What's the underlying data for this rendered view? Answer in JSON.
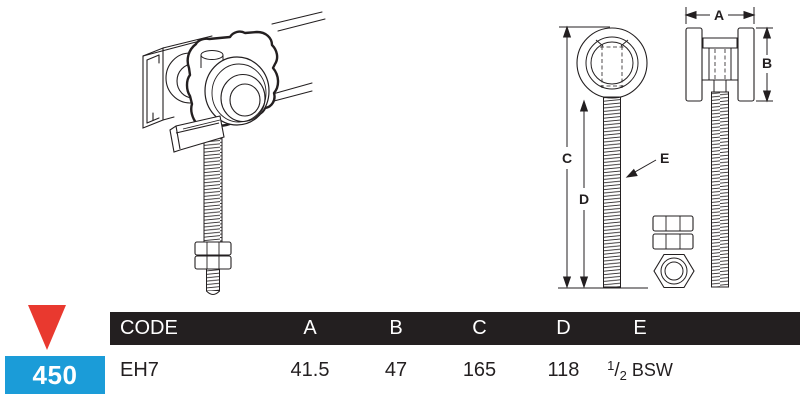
{
  "page": {
    "page_number": "450",
    "accent_red": "#e9392f",
    "accent_blue": "#1b9cd8",
    "line_color": "#231f20",
    "background": "#ffffff"
  },
  "diagram": {
    "labels": {
      "a": "A",
      "b": "B",
      "c": "C",
      "d": "D",
      "e": "E"
    }
  },
  "table": {
    "header_bg": "#231f20",
    "header_fg": "#ffffff",
    "headers": [
      "CODE",
      "A",
      "B",
      "C",
      "D",
      "E"
    ],
    "rows": [
      {
        "code": "EH7",
        "a": "41.5",
        "b": "47",
        "c": "165",
        "d": "118",
        "e_sup": "1",
        "e_sep": "/",
        "e_sub": "2",
        "e_suffix": "BSW"
      }
    ]
  }
}
